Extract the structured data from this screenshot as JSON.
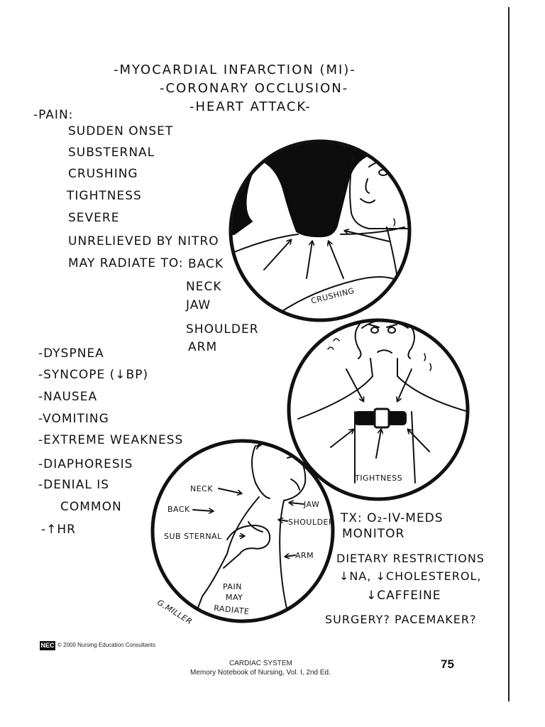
{
  "title": {
    "line1": "-MYOCARDIAL INFARCTION (MI)-",
    "line2": "-CORONARY OCCLUSION-",
    "line3": "-HEART ATTACK-"
  },
  "pain": {
    "heading": "-PAIN:",
    "items": [
      "SUDDEN ONSET",
      "SUBSTERNAL",
      "CRUSHING",
      "TIGHTNESS",
      "SEVERE",
      "UNRELIEVED BY NITRO"
    ],
    "radiate_label": "MAY RADIATE TO:",
    "radiate_sites": [
      "BACK",
      "NECK",
      "JAW",
      "SHOULDER",
      "ARM"
    ]
  },
  "symptoms": [
    "-DYSPNEA",
    "-SYNCOPE (↓BP)",
    "-NAUSEA",
    "-VOMITING",
    "-EXTREME WEAKNESS",
    "-DIAPHORESIS",
    "-DENIAL IS",
    "COMMON",
    "-↑HR"
  ],
  "illustrations": {
    "crushing": "CRUSHING",
    "tightness": "TIGHTNESS",
    "radiate": {
      "neck": "NECK",
      "back": "BACK",
      "substernal": "SUB STERNAL",
      "jaw": "JAW",
      "shoulder": "SHOULDER",
      "arm": "ARM",
      "caption": [
        "PAIN",
        "MAY",
        "RADIATE"
      ]
    },
    "signature": "G.MILLER"
  },
  "treatment": {
    "tx": "TX: O₂-IV-MEDS",
    "monitor": "MONITOR",
    "diet_heading": "DIETARY RESTRICTIONS",
    "diet_line1": "↓NA, ↓CHOLESTEROL,",
    "diet_line2": "↓CAFFEINE",
    "surgery": "SURGERY? PACEMAKER?"
  },
  "footer": {
    "logo": "NEC",
    "copyright": "© 2000 Nursing Education Consultants",
    "section": "CARDIAC SYSTEM",
    "book": "Memory Notebook of Nursing, Vol. I, 2nd Ed.",
    "page_number": "75"
  }
}
